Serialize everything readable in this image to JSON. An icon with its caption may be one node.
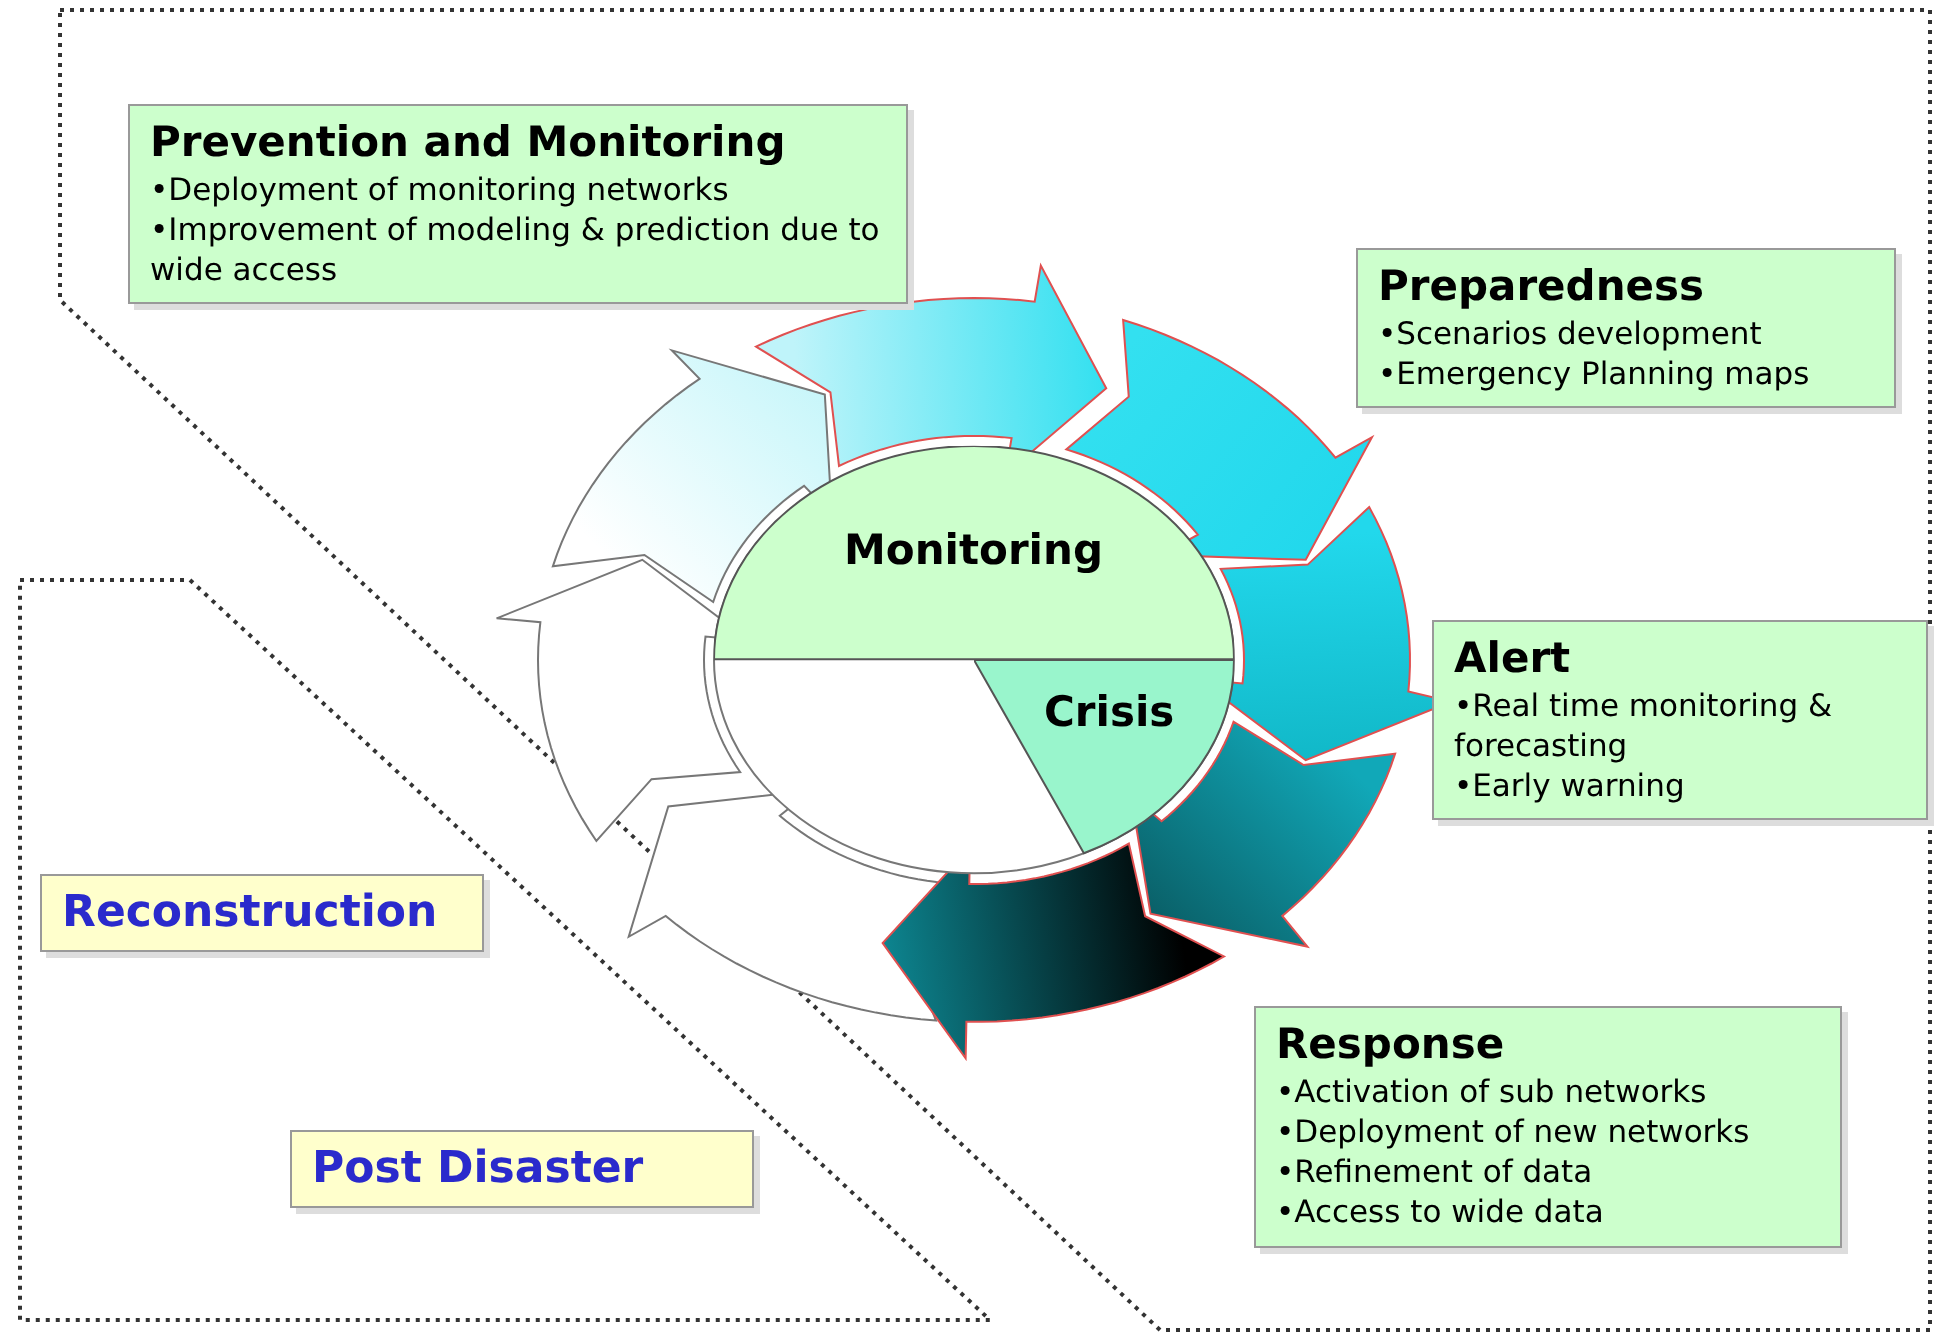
{
  "diagram": {
    "nodes": [
      {
        "text": [
          "Prevention and Monitoring",
          "•Deployment of monitoring networks",
          "•Improvement of modeling & prediction due to wide access"
        ]
      },
      {
        "text": [
          "Preparedness",
          "•Scenarios development",
          "•Emergency Planning maps"
        ]
      },
      {
        "text": [
          "Monitoring"
        ]
      },
      {
        "text": [
          "Crisis"
        ]
      },
      {
        "text": [
          "Alert",
          "•Real time monitoring & forecasting",
          "•Early warning"
        ]
      },
      {
        "text": [
          "Reconstruction"
        ]
      },
      {
        "text": [
          "Response",
          "•Activation of sub networks",
          "•Deployment of new networks",
          "•Refinement of data",
          "•Access to wide data"
        ]
      },
      {
        "text": [
          "Post Disaster"
        ]
      }
    ]
  }
}
